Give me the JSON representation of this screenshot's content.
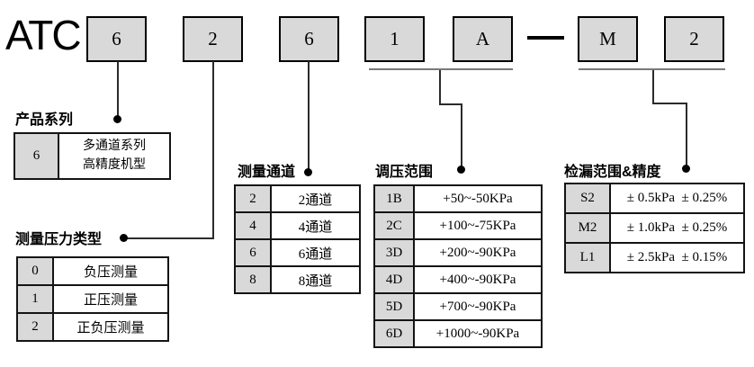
{
  "model_code": {
    "prefix": "ATC",
    "boxes": [
      "6",
      "2",
      "6",
      "1",
      "A",
      "M",
      "2"
    ],
    "separator": "—"
  },
  "sections": {
    "product_series": {
      "title": "产品系列",
      "rows": [
        {
          "key": "6",
          "value_lines": [
            "多通道系列",
            "高精度机型"
          ]
        }
      ]
    },
    "pressure_type": {
      "title": "测量压力类型",
      "rows": [
        {
          "key": "0",
          "value": "负压测量"
        },
        {
          "key": "1",
          "value": "正压测量"
        },
        {
          "key": "2",
          "value": "正负压测量"
        }
      ]
    },
    "channels": {
      "title": "测量通道",
      "rows": [
        {
          "key": "2",
          "value": "2通道"
        },
        {
          "key": "4",
          "value": "4通道"
        },
        {
          "key": "6",
          "value": "6通道"
        },
        {
          "key": "8",
          "value": "8通道"
        }
      ]
    },
    "pressure_range": {
      "title": "调压范围",
      "rows": [
        {
          "key": "1B",
          "value": "+50~-50KPa"
        },
        {
          "key": "2C",
          "value": "+100~-75KPa"
        },
        {
          "key": "3D",
          "value": "+200~-90KPa"
        },
        {
          "key": "4D",
          "value": "+400~-90KPa"
        },
        {
          "key": "5D",
          "value": "+700~-90KPa"
        },
        {
          "key": "6D",
          "value": "+1000~-90KPa"
        }
      ]
    },
    "leak_range": {
      "title": "检漏范围&精度",
      "rows": [
        {
          "key": "S2",
          "value": "± 0.5kPa  ± 0.25%"
        },
        {
          "key": "M2",
          "value": "± 1.0kPa  ± 0.25%"
        },
        {
          "key": "L1",
          "value": "± 2.5kPa  ± 0.15%"
        }
      ]
    }
  },
  "colors": {
    "box_fill": "#d9d9d9",
    "box_border": "#000000",
    "connector": "#2b2b2b",
    "dot": "#000000",
    "underline": "#7a7a7a"
  }
}
